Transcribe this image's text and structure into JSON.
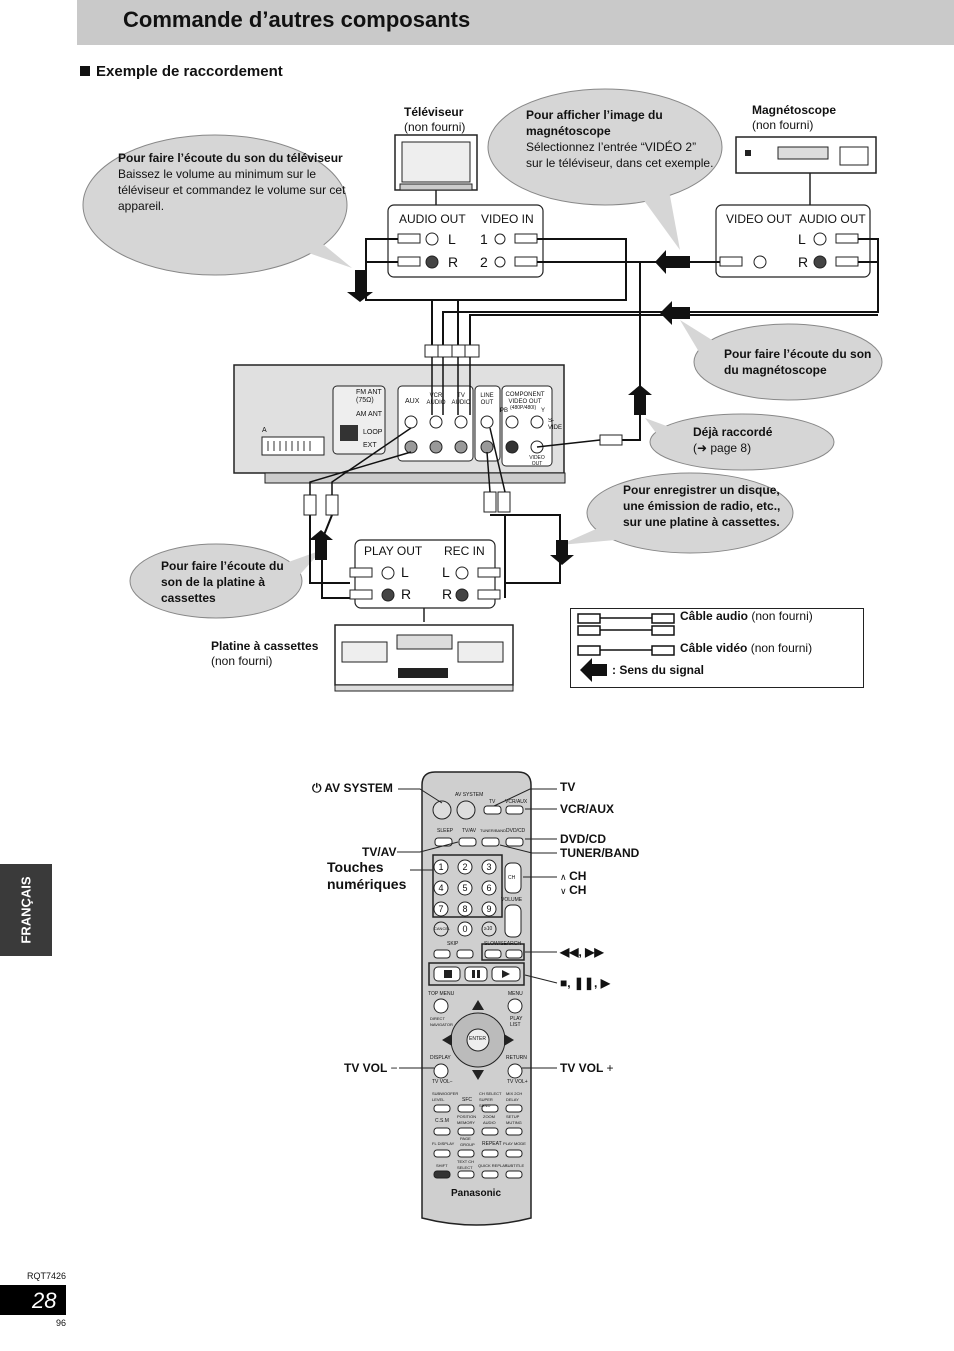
{
  "header": {
    "title": "Commande d’autres composants",
    "section": "Exemple de raccordement"
  },
  "devices": {
    "tv": {
      "name": "Téléviseur",
      "note": "(non fourni)"
    },
    "vcr": {
      "name": "Magnétoscope",
      "note": "(non fourni)"
    },
    "cassette": {
      "name": "Platine à cassettes",
      "note": "(non fourni)"
    }
  },
  "panels": {
    "tv_audio_out": "AUDIO OUT",
    "tv_video_in": "VIDEO IN",
    "vcr_video_out": "VIDEO OUT",
    "vcr_audio_out": "AUDIO OUT",
    "deck_play_out": "PLAY OUT",
    "deck_rec_in": "REC IN",
    "L": "L",
    "R": "R",
    "one": "1",
    "two": "2"
  },
  "bubbles": {
    "tv_sound_title": "Pour faire l’écoute du son du téléviseur",
    "tv_sound_body": "Baissez le volume au minimum sur le téléviseur et commandez le volume sur cet appareil.",
    "vcr_image_title": "Pour afficher l’image du magnétoscope",
    "vcr_image_body": "Sélectionnez l’entrée “VIDÉO 2” sur le téléviseur, dans cet exemple.",
    "vcr_sound": "Pour faire l’écoute du son du magnétoscope",
    "already_connected": "Déjà raccordé",
    "page_ref": "(➜ page 8)",
    "record": "Pour enregistrer un disque, une émission de radio, etc., sur une platine à cassettes.",
    "deck_sound": "Pour faire l’écoute du son de la platine à cassettes"
  },
  "unit_labels": {
    "fm_ant": "FM ANT",
    "fm_ohm": "(75Ω)",
    "am_ant": "AM ANT",
    "loop": "LOOP",
    "ext": "EXT",
    "aux": "AUX",
    "vcr_audio": "VCR AUDIO",
    "tv_audio": "TV AUDIO",
    "line_out": "LINE OUT",
    "component": "COMPONENT VIDEO OUT",
    "component_res": "(480P/480I)",
    "svideo": "S-VIDEO",
    "video_out": "VIDEO OUT",
    "y": "Y",
    "pb": "PB",
    "slot_a": "A"
  },
  "legend": {
    "audio_cable": "Câble audio",
    "video_cable": "Câble vidéo",
    "not_supplied": "(non fourni)",
    "signal": ": Sens du signal"
  },
  "remote_callouts": {
    "av_system": "AV SYSTEM",
    "tv_av": "TV/AV",
    "numeric": "Touches numériques",
    "tv": "TV",
    "vcr_aux": "VCR/AUX",
    "dvd_cd": "DVD/CD",
    "tuner_band": "TUNER/BAND",
    "ch_up": "CH",
    "ch_down": "CH",
    "search": "◀◀, ▶▶",
    "transport": "■, ❚❚, ▶",
    "tv_vol_minus": "TV VOL",
    "tv_vol_plus": "TV VOL",
    "minus": "−",
    "plus": "+"
  },
  "remote": {
    "av_system": "AV SYSTEM",
    "tv": "TV",
    "vcr_aux": "VCR/AUX",
    "sleep": "SLEEP",
    "tv_av": "TV/AV",
    "tuner_band": "TUNER/BAND",
    "dvd_cd": "DVD/CD",
    "digits": [
      "1",
      "2",
      "3",
      "4",
      "5",
      "6",
      "7",
      "8",
      "9",
      "0"
    ],
    "ch": "CH",
    "volume": "VOLUME",
    "cancel": "CANCEL",
    "ten": "≥10",
    "skip": "SKIP",
    "slow_search": "SLOW/SEARCH",
    "top_menu": "TOP MENU",
    "menu": "MENU",
    "direct_navigator": "DIRECT NAVIGATOR",
    "play_list": "PLAY LIST",
    "enter": "ENTER",
    "display": "DISPLAY",
    "return": "RETURN",
    "tv_vol_minus": "TV VOL−",
    "tv_vol_plus": "TV VOL+",
    "subwoofer": "SUBWOOFER LEVEL",
    "sfc": "SFC",
    "dolby": "CH SELECT SUPER SRND",
    "mix": "MIX 2CH DELAY",
    "csm": "C.S.M",
    "position_memory": "POSITION MEMORY",
    "zoom_audio": "ZOOM AUDIO",
    "setup_muting": "SETUP MUTING",
    "fl_display": "FL DISPLAY",
    "page_group": "PAGE GROUP",
    "repeat": "REPEAT",
    "play_mode": "PLAY MODE",
    "shift": "SHIFT",
    "text_ch_select": "TEXT CH SELECT",
    "quick_replay": "QUICK REPLAY",
    "subtitle": "SUBTITLE",
    "brand": "Panasonic"
  },
  "footer": {
    "language": "FRANÇAIS",
    "doc_code": "RQT7426",
    "page": "28",
    "sub_page": "96"
  }
}
